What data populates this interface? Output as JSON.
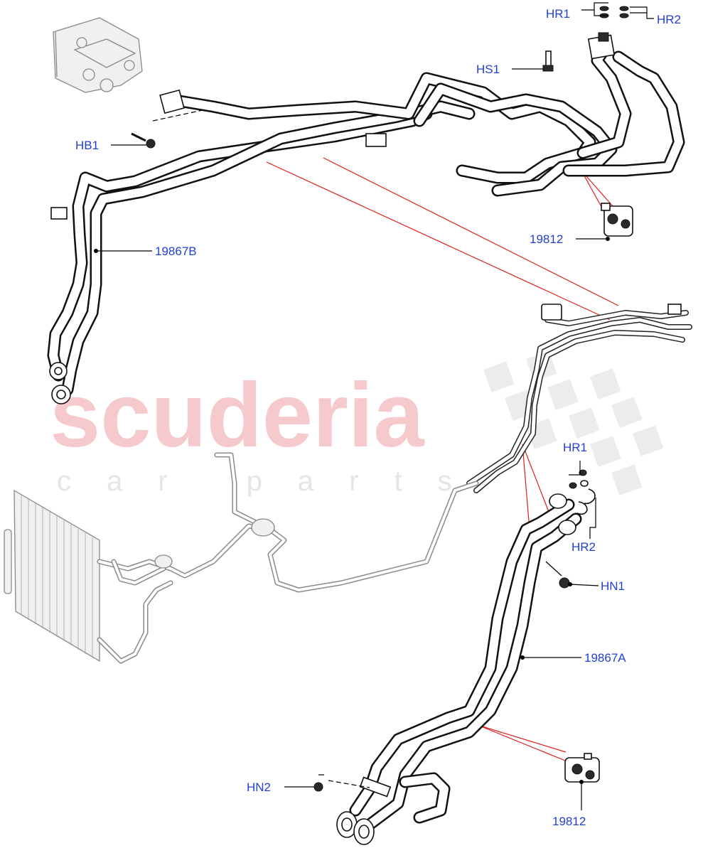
{
  "watermark": {
    "brand": "scuderia",
    "subtitle": "car parts"
  },
  "callouts": {
    "hr1_top": "HR1",
    "hr2_top": "HR2",
    "hs1": "HS1",
    "hb1": "HB1",
    "part_19867b": "19867B",
    "part_19812_top": "19812",
    "hr1_mid": "HR1",
    "hr2_mid": "HR2",
    "hn1": "HN1",
    "part_19867a": "19867A",
    "hn2": "HN2",
    "part_19812_bottom": "19812"
  },
  "colors": {
    "callout_text": "#1f3fd6",
    "leader_line": "#000000",
    "reference_line": "#e0201c",
    "watermark_brand": "#f6c9cc"
  }
}
